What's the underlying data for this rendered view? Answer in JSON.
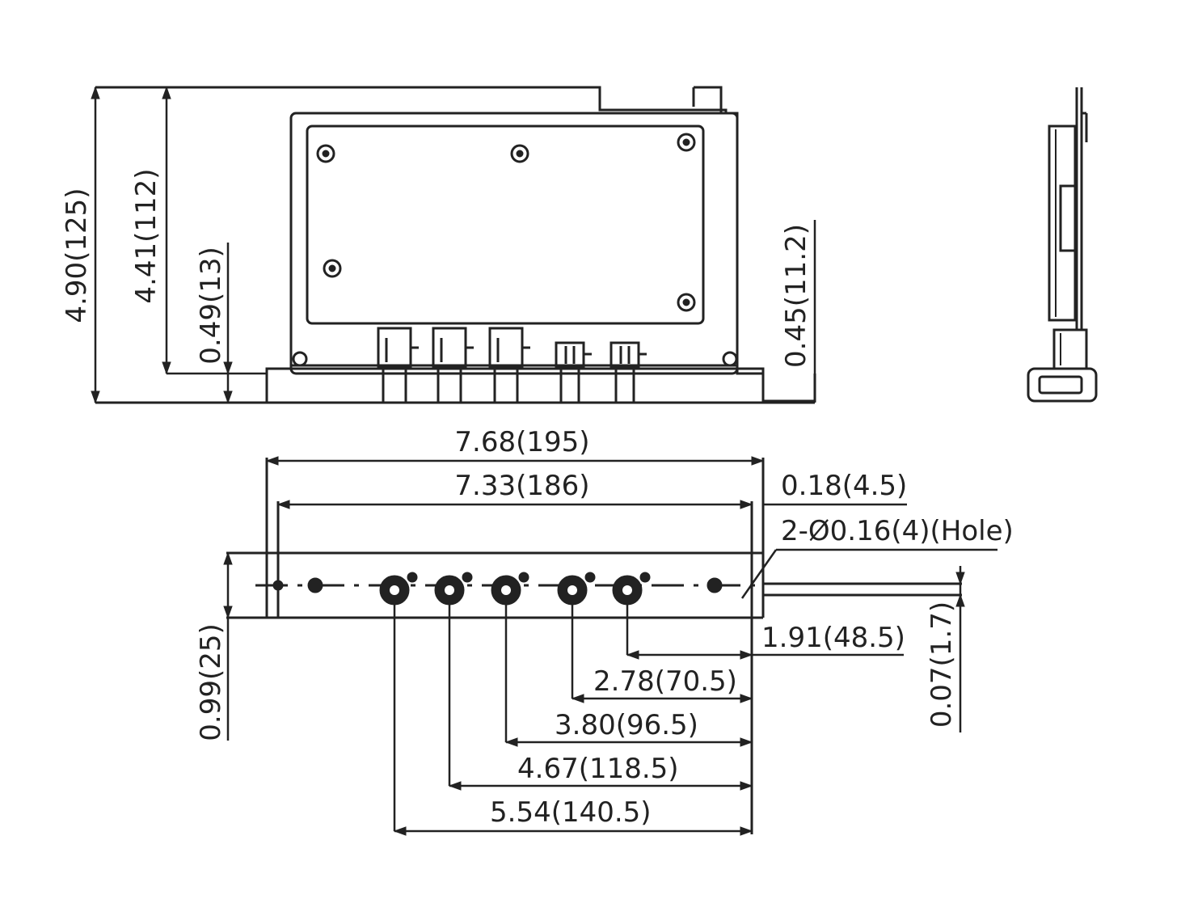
{
  "dimensions": {
    "front_height_total": "4.90(125)",
    "front_height_body": "4.41(112)",
    "front_height_base": "0.49(13)",
    "front_right_offset": "0.45(11.2)",
    "overall_width": "7.68(195)",
    "inner_width": "7.33(186)",
    "edge_offset": "0.18(4.5)",
    "hole_spec": "2-Ø0.16(4)(Hole)",
    "depth": "0.99(25)",
    "flange_thickness": "0.07(1.7)",
    "conn_1": "1.91(48.5)",
    "conn_2": "2.78(70.5)",
    "conn_3": "3.80(96.5)",
    "conn_4": "4.67(118.5)",
    "conn_5": "5.54(140.5)"
  }
}
